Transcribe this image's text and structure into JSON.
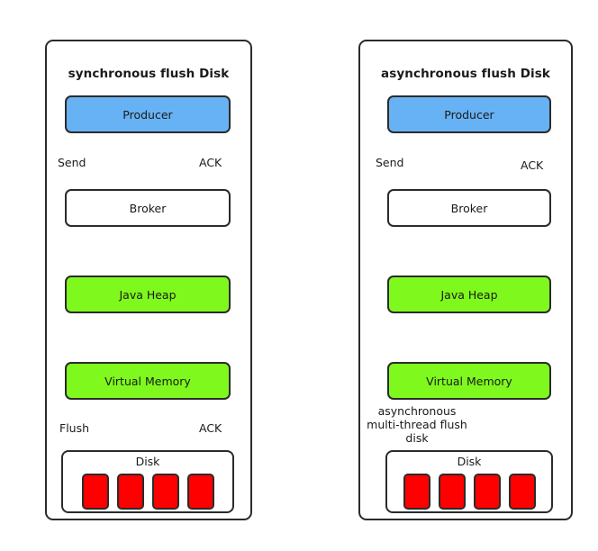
{
  "diagram": {
    "title_semantic": "synchronous vs asynchronous flush disk comparison",
    "colors": {
      "producer_fill": "#67b2f4",
      "memory_fill": "#7ff91d",
      "disk_cell_fill": "#ff0000",
      "broker_fill": "#ffffff",
      "stroke": "#2b2b2b",
      "ack_arrow": "#0000ff",
      "flow_arrow": "#000000"
    }
  },
  "panels": [
    {
      "id": "synchronous",
      "title": "synchronous flush Disk",
      "nodes": {
        "producer": "Producer",
        "broker": "Broker",
        "heap": "Java Heap",
        "vmem": "Virtual Memory",
        "disk": "Disk"
      },
      "disk_cells": [
        "",
        "",
        "",
        ""
      ],
      "edge_labels": {
        "send": "Send",
        "ack_top": "ACK",
        "flush": "Flush",
        "ack_bottom": "ACK"
      }
    },
    {
      "id": "asynchronous",
      "title": "asynchronous flush Disk",
      "nodes": {
        "producer": "Producer",
        "broker": "Broker",
        "heap": "Java Heap",
        "vmem": "Virtual Memory",
        "disk": "Disk"
      },
      "disk_cells": [
        "",
        "",
        "",
        ""
      ],
      "edge_labels": {
        "send": "Send",
        "ack_top": "ACK",
        "async_flush": "asynchronous multi-thread flush disk"
      }
    }
  ]
}
